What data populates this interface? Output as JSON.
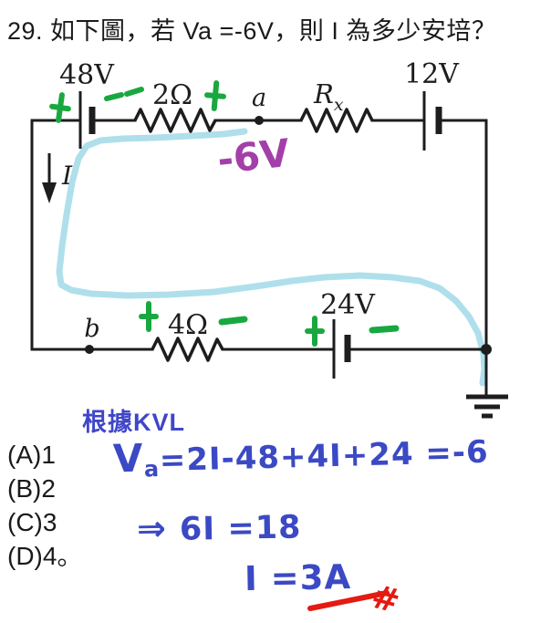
{
  "title": "29. 如下圖，若 Va =-6V，則 I 為多少安培？",
  "circuit": {
    "labels": {
      "batt48": "48V",
      "res2": "2Ω",
      "node_a": "a",
      "rx_base": "R",
      "rx_sub": "x",
      "batt12": "12V",
      "current": "I",
      "node_b": "b",
      "res4": "4Ω",
      "batt24": "24V"
    },
    "annotations": {
      "va_value": "-6V"
    }
  },
  "options": [
    "(A)1",
    "(B)2",
    "(C)3",
    "(D)4。"
  ],
  "work": {
    "heading": "根據KVL",
    "eq1_v": "V",
    "eq1_sub": "a",
    "eq1_rest": "=2I-48+4I+24 =-6",
    "eq2_arrow": "⇒",
    "eq2_body": "6I =18",
    "eq3": "I =3A",
    "end_mark": "#"
  },
  "colors": {
    "handwriting_blue": "#3b49c4",
    "polarity_green": "#19a83f",
    "highlight_blue": "#a6dbe9",
    "va_purple": "#a33fa8",
    "result_red": "#e41b12",
    "circuit_black": "#1d1d1f"
  }
}
